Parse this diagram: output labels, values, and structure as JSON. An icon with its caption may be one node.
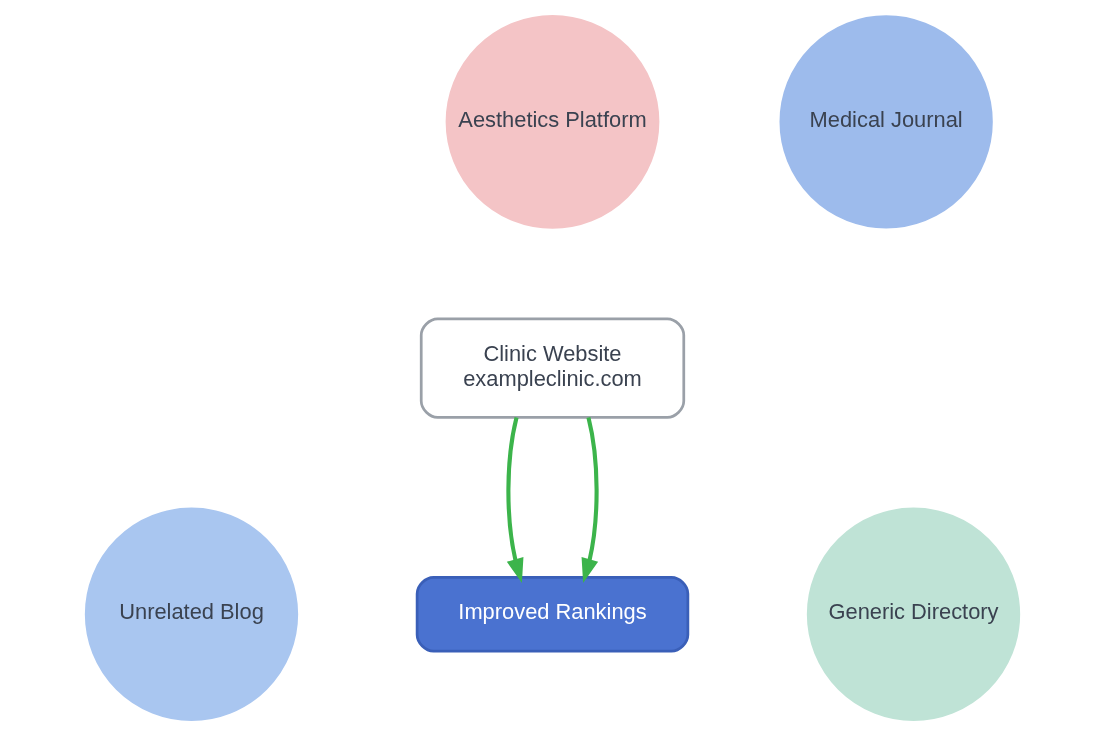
{
  "diagram": {
    "nodes": [
      {
        "text": [
          "Aesthetics Platform"
        ]
      },
      {
        "text": [
          "Medical Journal"
        ]
      },
      {
        "text": [
          "Clinic Website",
          "exampleclinic.com"
        ]
      },
      {
        "text": [
          "Unrelated Blog"
        ]
      },
      {
        "text": [
          "Improved Rankings"
        ]
      },
      {
        "text": [
          "Generic Directory"
        ]
      }
    ],
    "edges": [
      {
        "from": 2,
        "to": 4,
        "arrow": "to",
        "color": "#3cb44b"
      },
      {
        "from": 2,
        "to": 4,
        "arrow": "to",
        "color": "#3cb44b"
      }
    ]
  }
}
